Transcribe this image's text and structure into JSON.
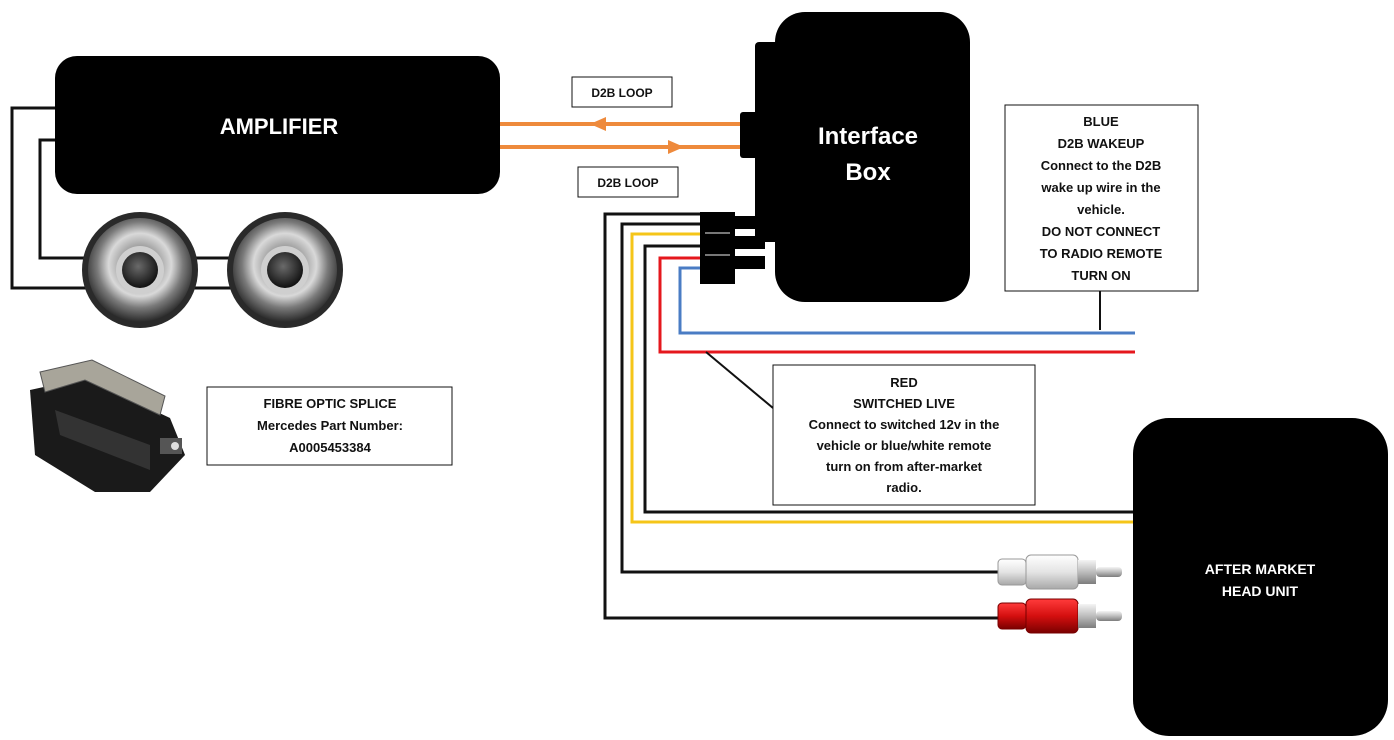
{
  "devices": {
    "amplifier": "AMPLIFIER",
    "interface_box": [
      "Interface",
      "Box"
    ],
    "head_unit": [
      "AFTER MARKET",
      "HEAD UNIT"
    ]
  },
  "loops": {
    "top": "D2B LOOP",
    "bottom": "D2B LOOP"
  },
  "notes": {
    "blue": [
      "BLUE",
      "D2B WAKEUP",
      "Connect to the D2B",
      "wake up wire in the",
      "vehicle.",
      "DO NOT CONNECT",
      "TO RADIO REMOTE",
      "TURN ON"
    ],
    "red": [
      "RED",
      "SWITCHED LIVE",
      "Connect to switched 12v in the",
      "vehicle or blue/white remote",
      "turn on from after-market",
      "radio."
    ],
    "fibre": [
      "FIBRE OPTIC SPLICE",
      "Mercedes Part Number:",
      "A0005453384"
    ]
  },
  "colors": {
    "wire_black": "#111111",
    "wire_yellow": "#f5c518",
    "wire_red": "#e5171d",
    "wire_blue": "#4a7cc4",
    "fibre_orange": "#ee8a3c",
    "device_fill": "#000000"
  },
  "icons": [
    "speaker-left-icon",
    "speaker-right-icon",
    "fibre-splice-icon",
    "rca-white-plug-icon",
    "rca-red-plug-icon"
  ]
}
